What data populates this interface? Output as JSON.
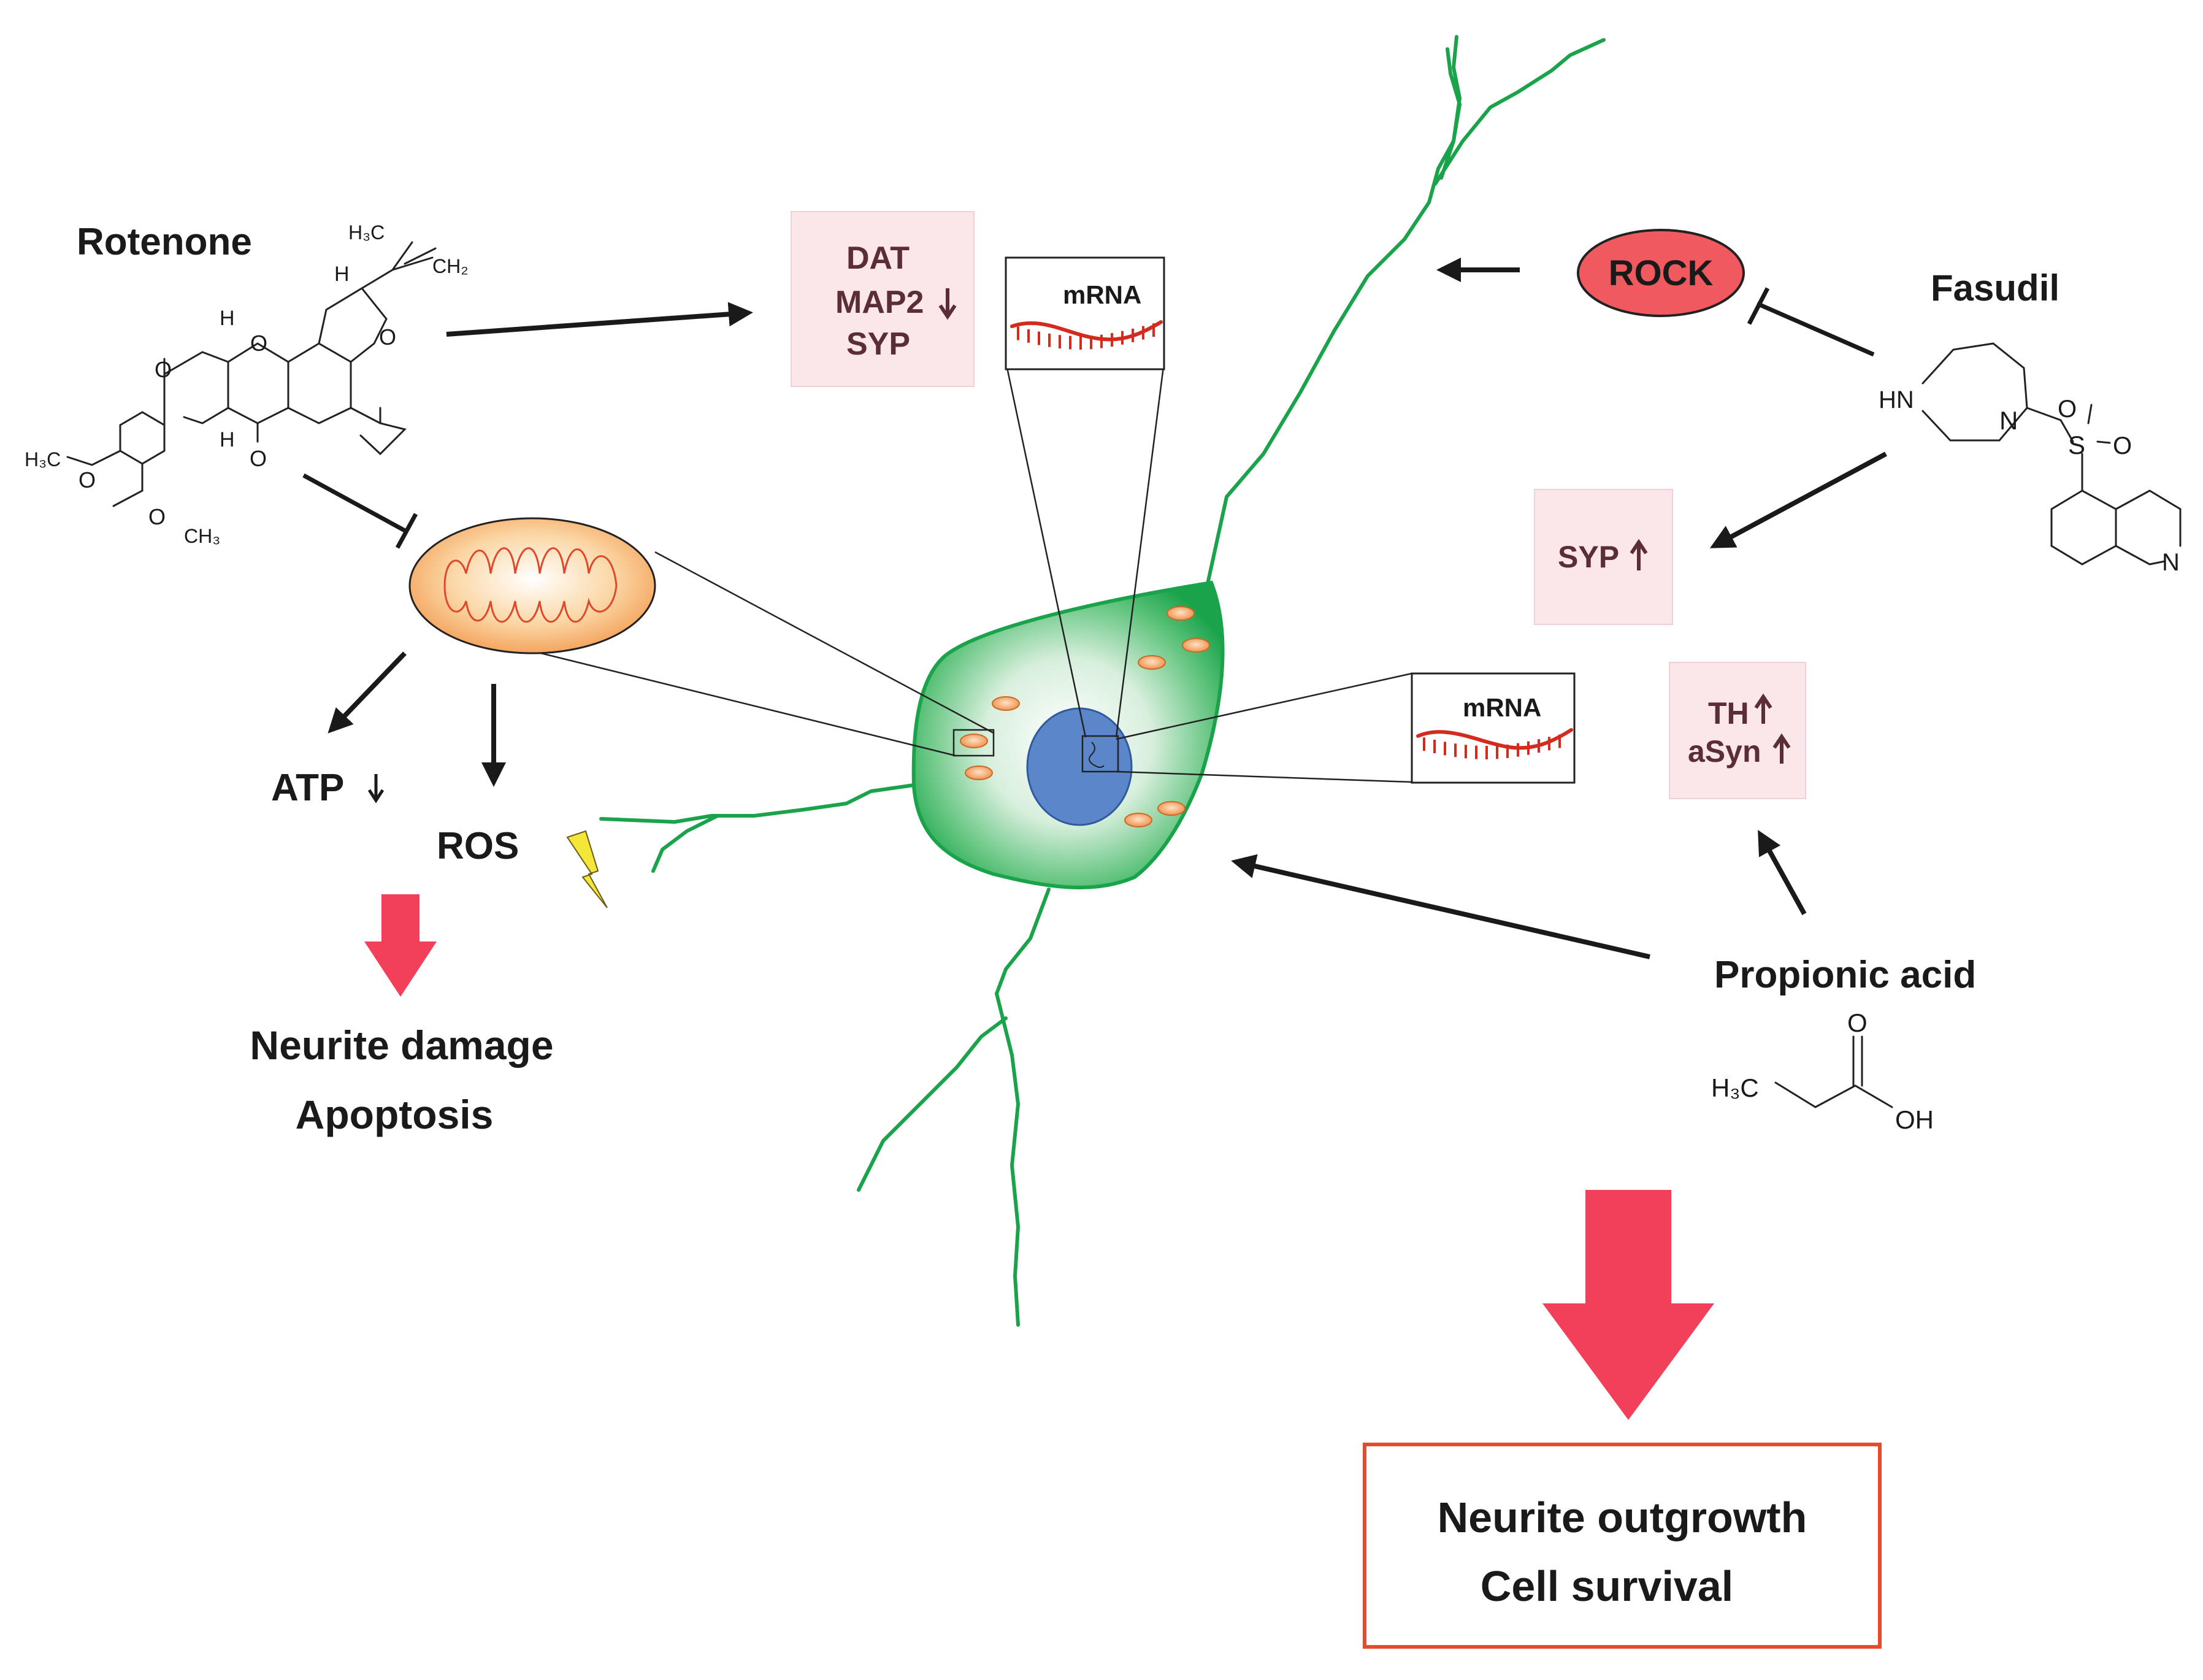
{
  "left": {
    "rotenone_label": "Rotenone",
    "atp_label": "ATP",
    "ros_label": "ROS",
    "outcome_lines": [
      "Neurite damage",
      "Apoptosis"
    ]
  },
  "markers_down": {
    "lines": [
      "DAT",
      "MAP2",
      "SYP"
    ]
  },
  "mrna_top": {
    "label": "mRNA"
  },
  "mrna_right": {
    "label": "mRNA"
  },
  "rock": {
    "label": "ROCK",
    "color": "#f05a5f"
  },
  "fasudil": {
    "label": "Fasudil"
  },
  "syp_up": {
    "label": "SYP"
  },
  "th_asyn": {
    "lines": [
      "TH",
      "aSyn"
    ]
  },
  "propionic": {
    "label": "Propionic acid"
  },
  "outcome_right": {
    "lines": [
      "Neurite outgrowth",
      "Cell survival"
    ],
    "border_color": "#e54b2f"
  },
  "chem_labels": {
    "rotenone": {
      "h3c_top": "H₃C",
      "ch2": "CH₂",
      "h_a": "H",
      "h_b": "H",
      "h_c": "H",
      "o_ring1": "O",
      "o_ring2": "O",
      "o_ring3": "O",
      "o_keto": "O",
      "h3c_left": "H₃C",
      "o_methoxy1": "O",
      "o_methoxy2": "O",
      "ch3_bottom": "CH₃"
    },
    "fasudil": {
      "hn": "HN",
      "n": "N",
      "s": "S",
      "o1": "O",
      "o2": "O",
      "n_ring": "N"
    },
    "propionic": {
      "h3c": "H₃C",
      "o": "O",
      "oh": "OH"
    }
  },
  "colors": {
    "down_arrow": "#f2405a",
    "cell_green": "#1aa34a",
    "nucleus": "#5b86c9",
    "mito_fill": "#f6a35a",
    "box_text": "#5a2e34"
  }
}
